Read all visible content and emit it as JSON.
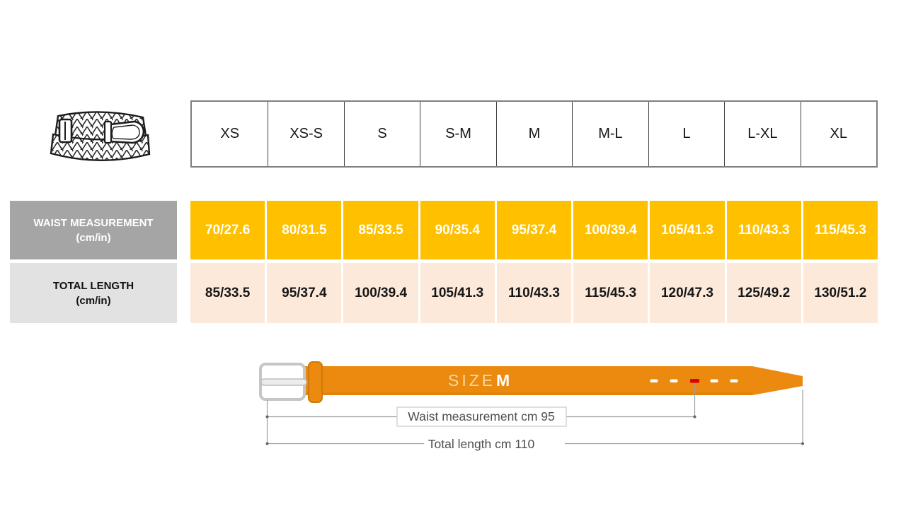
{
  "size_chart": {
    "sizes": [
      "XS",
      "XS-S",
      "S",
      "S-M",
      "M",
      "M-L",
      "L",
      "L-XL",
      "XL"
    ],
    "waist_row": {
      "label_line1": "WAIST MEASUREMENT",
      "label_line2": "(cm/in)",
      "values": [
        "70/27.6",
        "80/31.5",
        "85/33.5",
        "90/35.4",
        "95/37.4",
        "100/39.4",
        "105/41.3",
        "110/43.3",
        "115/45.3"
      ]
    },
    "total_row": {
      "label_line1": "TOTAL LENGTH",
      "label_line2": "(cm/in)",
      "values": [
        "85/33.5",
        "95/37.4",
        "100/39.4",
        "105/41.3",
        "110/43.3",
        "115/45.3",
        "120/47.3",
        "125/49.2",
        "130/51.2"
      ]
    }
  },
  "diagram": {
    "size_label": "SIZE",
    "size_value": "M",
    "waist_annotation": "Waist measurement cm 95",
    "total_annotation": "Total length cm 110"
  },
  "icons": {
    "belt_icon": "braided-belt-illustration"
  },
  "colors": {
    "waist_cell_bg": "#ffc000",
    "total_cell_bg": "#fce9d9",
    "waist_label_bg": "#a5a5a5",
    "total_label_bg": "#e2e2e2",
    "belt_orange": "#eb8a0f",
    "highlight_hole_red": "#dd0000"
  }
}
